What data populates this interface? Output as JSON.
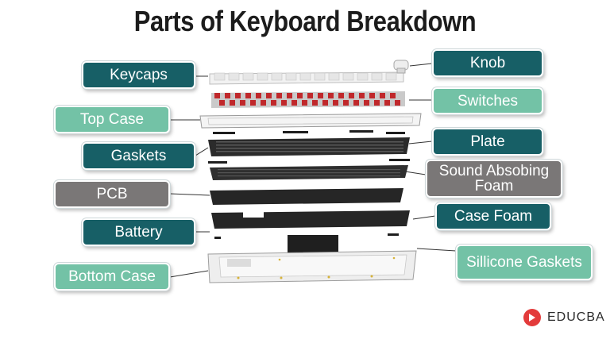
{
  "title": "Parts of Keyboard Breakdown",
  "labels": {
    "keycaps": "Keycaps",
    "knob": "Knob",
    "switches": "Switches",
    "top_case": "Top Case",
    "gaskets": "Gaskets",
    "plate": "Plate",
    "sound_foam": "Sound Absobing Foam",
    "pcb": "PCB",
    "case_foam": "Case Foam",
    "battery": "Battery",
    "silicone_gaskets": "Sillicone Gaskets",
    "bottom_case": "Bottom Case"
  },
  "brand": "EDUCBA",
  "colors": {
    "dark_teal": "#175f66",
    "light_teal": "#73c2a6",
    "gray": "#7a7777",
    "switch_red": "#c0282b",
    "brand_red": "#e33b3b"
  }
}
